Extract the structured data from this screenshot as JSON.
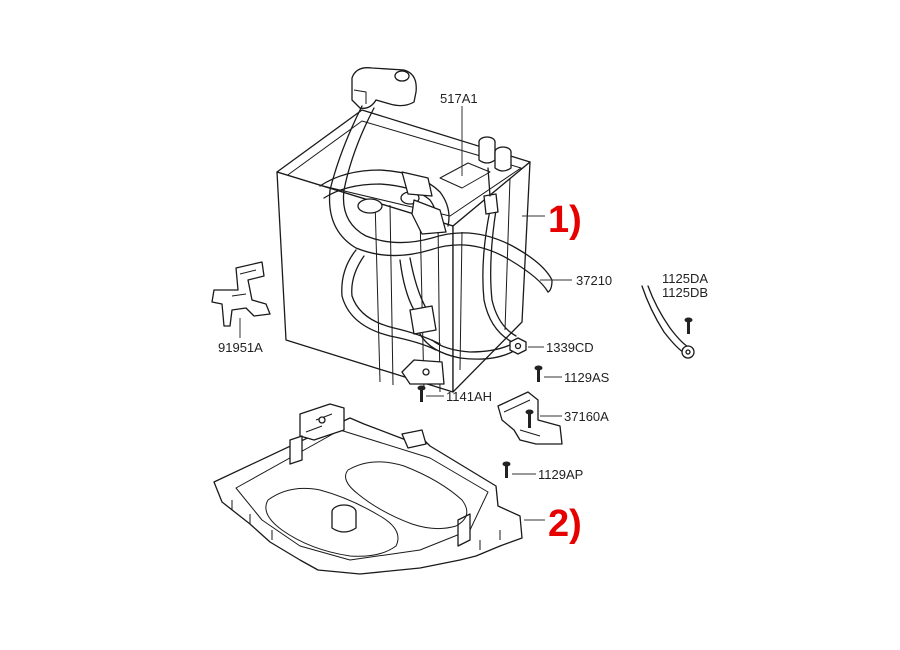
{
  "labels": {
    "p517A1": "517A1",
    "p37210": "37210",
    "p1125DA": "1125DA",
    "p1125DB": "1125DB",
    "p91951A": "91951A",
    "p1339CD": "1339CD",
    "p1129AS": "1129AS",
    "p1141AH": "1141AH",
    "p37160A": "37160A",
    "p1129AP": "1129AP"
  },
  "callouts": {
    "battery": "1)",
    "tray": "2)"
  },
  "colors": {
    "callout": "#e60000",
    "line": "#1a1a1a"
  }
}
